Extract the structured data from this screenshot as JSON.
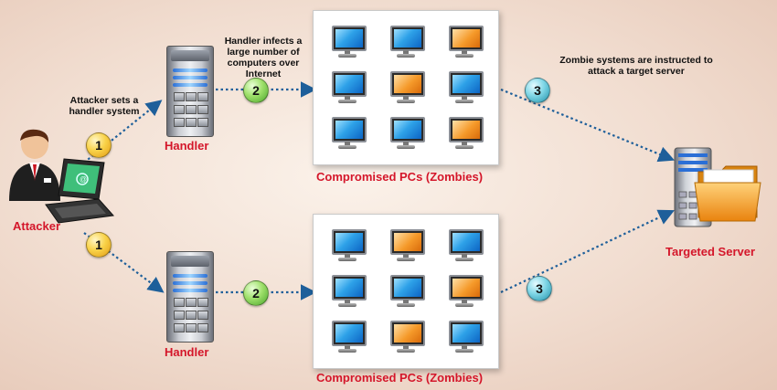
{
  "annotations": {
    "attacker_sets": "Attacker sets a handler system",
    "handler_infects": "Handler infects a large number of computers over Internet",
    "zombie_instructed": "Zombie systems are instructed to attack a target server"
  },
  "labels": {
    "attacker": "Attacker",
    "handler_top": "Handler",
    "handler_bottom": "Handler",
    "zombies_top": "Compromised PCs (Zombies)",
    "zombies_bottom": "Compromised PCs (Zombies)",
    "target": "Targeted Server"
  },
  "steps": {
    "top_1": "1",
    "top_2": "2",
    "top_3": "3",
    "bottom_1": "1",
    "bottom_2": "2",
    "bottom_3": "3"
  },
  "colors": {
    "label_red": "#d4162a",
    "arrow": "#1e5f9a",
    "step1": "#f3c232",
    "step2": "#8fd45f",
    "step3": "#5fc6dd"
  },
  "icons": {
    "attacker": "person-with-laptop-icon",
    "handler": "server-tower-icon",
    "zombie": "monitor-icon",
    "target": "server-with-folder-icon"
  }
}
